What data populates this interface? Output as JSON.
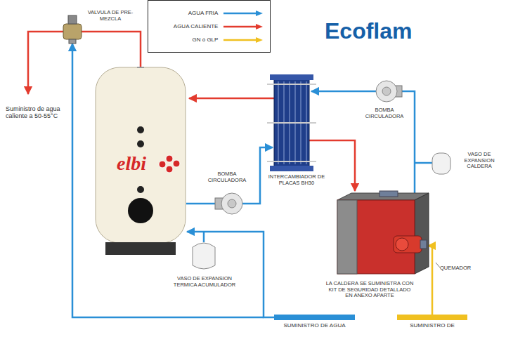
{
  "diagram": {
    "nodes": [
      {
        "text": [
          "elbi"
        ]
      },
      {
        "text": [
          "SUMINISTRO DE AGUA"
        ]
      },
      {
        "text": [
          "SUMINISTRO DE"
        ]
      }
    ],
    "edges": [
      {
        "from": 1,
        "to": 0,
        "arrow": "to"
      }
    ],
    "labels": [
      "Ecoflam",
      "VALVULA DE PRE-MEZCLA",
      "Suministro de agua caliente a 50-55°C",
      "BOMBA CIRCULADORA",
      "INTERCAMBIADOR DE PLACAS BH30",
      "BOMBA CIRCULADORA",
      "VASO DE EXPANSION CALDERA",
      "VASO DE EXPANSION TERMICA ACUMULADOR",
      "QUEMADOR",
      "LA CALDERA SE SUMINISTRA CON KIT DE SEGURIDAD DETALLADO EN ANEXO APARTE"
    ],
    "legend": [
      {
        "text": "AGUA FRIA",
        "color": "#2a8fd6"
      },
      {
        "text": "AGUA CALIENTE",
        "color": "#e33b2e"
      },
      {
        "text": "GN ó GLP",
        "color": "#f0c020"
      }
    ]
  }
}
